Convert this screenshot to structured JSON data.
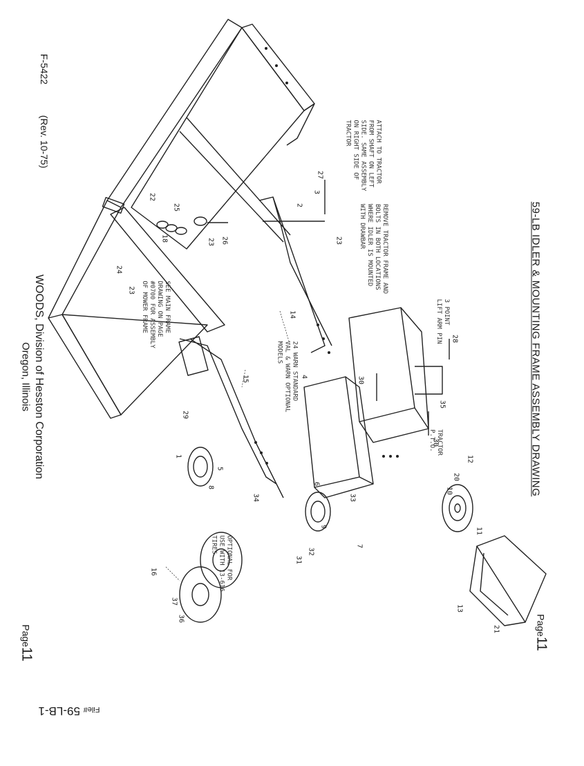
{
  "header": {
    "form_number": "F-5422",
    "revision": "(Rev. 10-75)",
    "title": "59-LB IDLER & MOUNTING FRAME ASSEMBLY DRAWING"
  },
  "footer": {
    "company_line1": "WOODS, Division of Hesston Corporation",
    "company_line2": "Oregon, Illinois",
    "page_label": "Page",
    "page_number": "11",
    "file_label": "File#",
    "file_number": "59-LB-1"
  },
  "notes": {
    "tractor_frame": "REMOVE TRACTOR FRAME AND\nBOLTS IN BOTH LOCATIONS\nWHERE IDLER IS MOUNTED\nWITH DRAWBAR",
    "attach": "ATTACH TO TRACTOR\nFROM SHAFT ON LEFT\nSIDE. SAME ASSEMBLY\nON RIGHT SIDE OF\nTRACTOR",
    "standard_models": "24 WARN STANDARD\nVAL & WARN OPTIONAL\nMODELS",
    "see_main_frame": "SEE MAIN FRAME\nDRAWING ON PAGE\n#0700 FOR ASSEMBLY\nOF MOWER FRAME",
    "optional": "OPTIONAL FOR\nUSE WITH 13-616\nTIRES",
    "lift_arm": "3 POINT\nLIFT ARM PIN",
    "tractor_pto": "TRACTOR\nP.T.O."
  },
  "part_numbers": [
    "1",
    "2",
    "3",
    "4",
    "5",
    "6",
    "7",
    "8",
    "9",
    "10",
    "11",
    "12",
    "13",
    "14",
    "15",
    "16",
    "18",
    "20",
    "21",
    "22",
    "23",
    "24",
    "25",
    "26",
    "27",
    "28",
    "29",
    "30",
    "31",
    "32",
    "33",
    "34",
    "35",
    "36",
    "37"
  ]
}
